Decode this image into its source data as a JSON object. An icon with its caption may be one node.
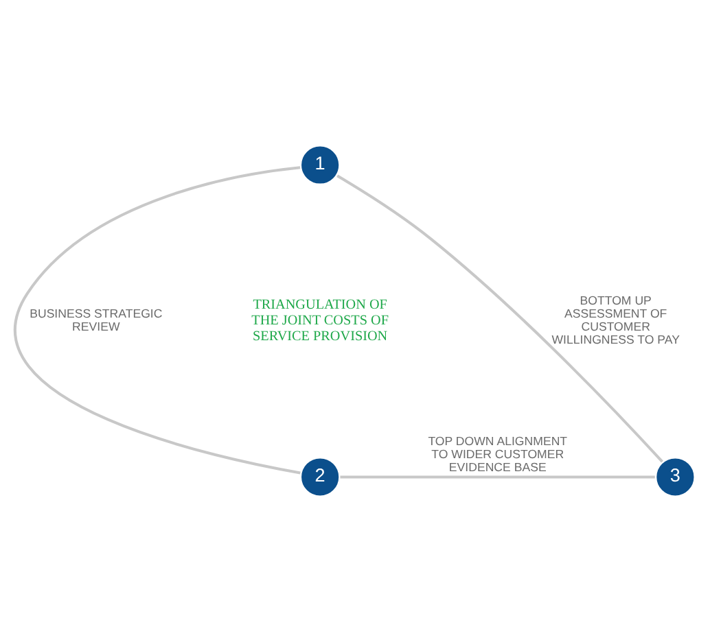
{
  "diagram": {
    "nodes": [
      {
        "text": [
          "1"
        ]
      },
      {
        "text": [
          "2"
        ]
      },
      {
        "text": [
          "3"
        ]
      }
    ],
    "edges": [
      {
        "from": 0,
        "to": 1,
        "arrow": "none",
        "label": "BUSINESS STRATEGIC REVIEW"
      },
      {
        "from": 1,
        "to": 2,
        "arrow": "none",
        "label": "TOP DOWN ALIGNMENT TO WIDER CUSTOMER EVIDENCE BASE"
      },
      {
        "from": 0,
        "to": 2,
        "arrow": "none",
        "label": "BOTTOM UP ASSESSMENT OF CUSTOMER WILLINGNESS TO PAY"
      }
    ],
    "labels": [
      "TRIANGULATION OF THE JOINT COSTS OF SERVICE PROVISION"
    ]
  }
}
